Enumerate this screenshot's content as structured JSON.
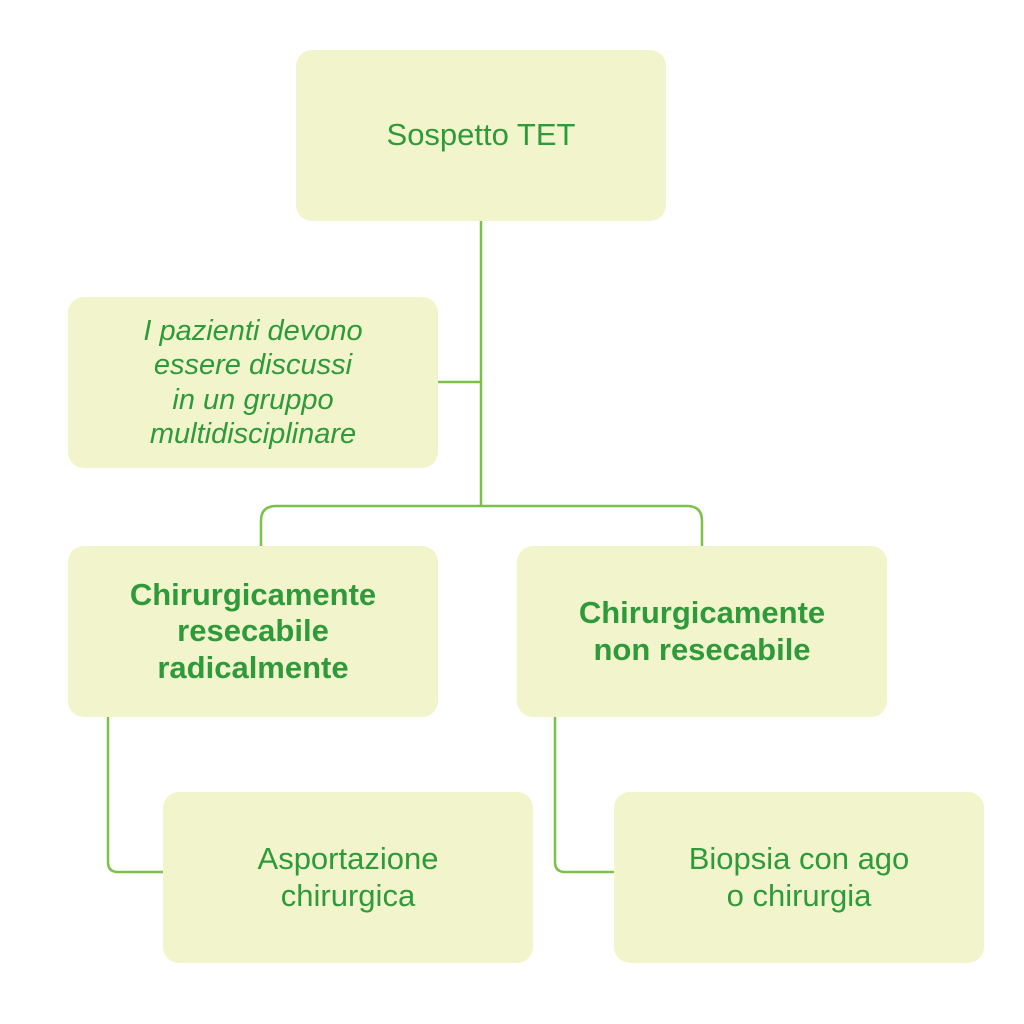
{
  "diagram": {
    "root": {
      "text": "Sospetto TET"
    },
    "note": {
      "text": "I pazienti devono\nessere discussi\nin un gruppo\nmultidisciplinare"
    },
    "left_branch": {
      "text": "Chirurgicamente\nresecabile\nradicalmente"
    },
    "right_branch": {
      "text": "Chirurgicamente\nnon resecabile"
    },
    "left_child": {
      "text": "Asportazione\nchirurgica"
    },
    "right_child": {
      "text": "Biopsia con ago\no chirurgia"
    }
  },
  "colors": {
    "box_fill": "#f2f5cc",
    "text": "#2e9a3a",
    "connector": "#7cc04a"
  }
}
